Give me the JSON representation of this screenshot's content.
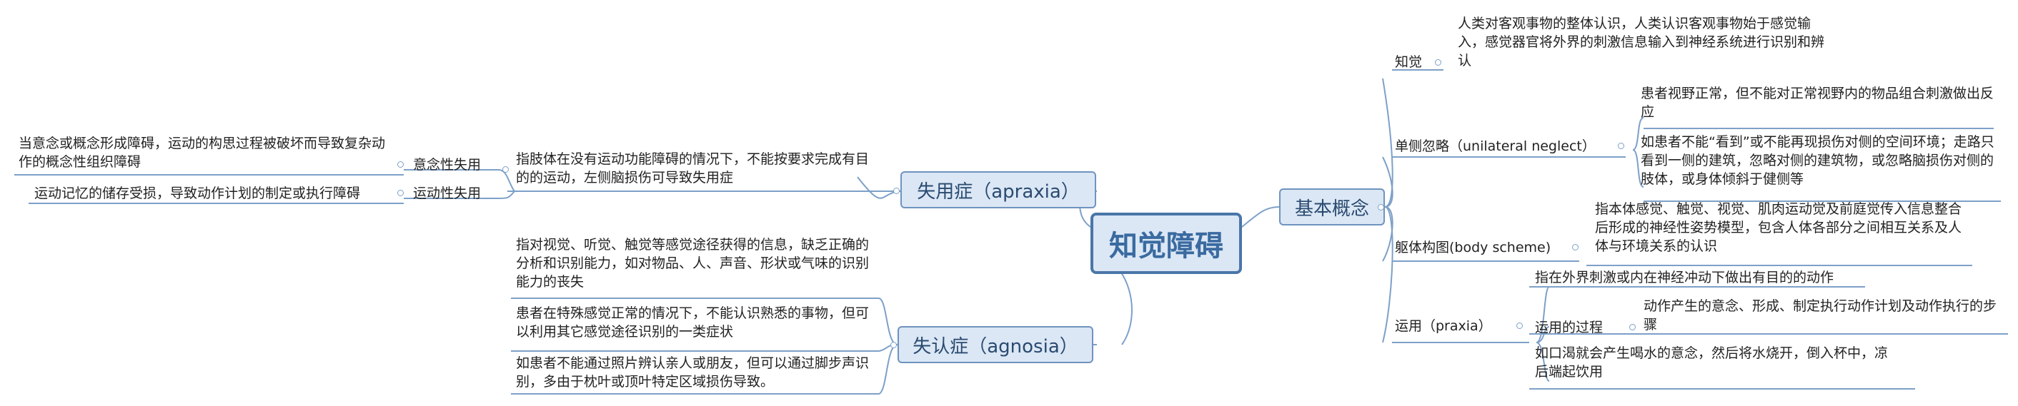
{
  "root": {
    "label": "知觉障碍"
  },
  "left": {
    "apraxia": {
      "label": "失用症（apraxia）",
      "description": "指肢体在没有运动功能障碍的情况下，不能按要求完成有目的的运动，左侧脑损伤可导致失用症",
      "children": [
        {
          "label": "意念性失用",
          "description": "当意念或概念形成障碍，运动的构思过程被破坏而导致复杂动作的概念性组织障碍"
        },
        {
          "label": "运动性失用",
          "description": "运动记忆的储存受损，导致动作计划的制定或执行障碍"
        }
      ]
    },
    "agnosia": {
      "label": "失认症（agnosia）",
      "items": [
        "指对视觉、听觉、触觉等感觉途径获得的信息，缺乏正确的分析和识别能力，如对物品、人、声音、形状或气味的识别能力的丧失",
        "患者在特殊感觉正常的情况下，不能认识熟悉的事物，但可以利用其它感觉途径识别的一类症状",
        "如患者不能通过照片辨认亲人或朋友，但可以通过脚步声识别，多由于枕叶或顶叶特定区域损伤导致。"
      ]
    }
  },
  "right": {
    "basic": {
      "label": "基本概念",
      "perception": {
        "label": "知觉",
        "description": "人类对客观事物的整体认识，人类认识客观事物始于感觉输入，感觉器官将外界的刺激信息输入到神经系统进行识别和辨认"
      },
      "neglect": {
        "label": "单侧忽略（unilateral neglect）",
        "items": [
          "患者视野正常，但不能对正常视野内的物品组合刺激做出反应",
          "如患者不能“看到”或不能再现损伤对侧的空间环境；走路只看到一侧的建筑，忽略对侧的建筑物，或忽略脑损伤对侧的肢体，或身体倾斜于健侧等"
        ]
      },
      "scheme": {
        "label": "躯体构图(body scheme)",
        "description": "指本体感觉、触觉、视觉、肌肉运动觉及前庭觉传入信息整合后形成的神经性姿势模型，包含人体各部分之间相互关系及人体与环境关系的认识"
      },
      "praxia": {
        "label": "运用（praxia）",
        "definition": "指在外界刺激或内在神经冲动下做出有目的的动作",
        "process_label": "运用的过程",
        "process_description": "动作产生的意念、形成、制定执行动作计划及动作执行的步骤",
        "example": "如口渴就会产生喝水的意念，然后将水烧开，倒入杯中，凉后端起饮用"
      }
    }
  },
  "colors": {
    "line": "#7da0c8",
    "accent": "#4a76a8",
    "fill": "#dbe7f5"
  }
}
